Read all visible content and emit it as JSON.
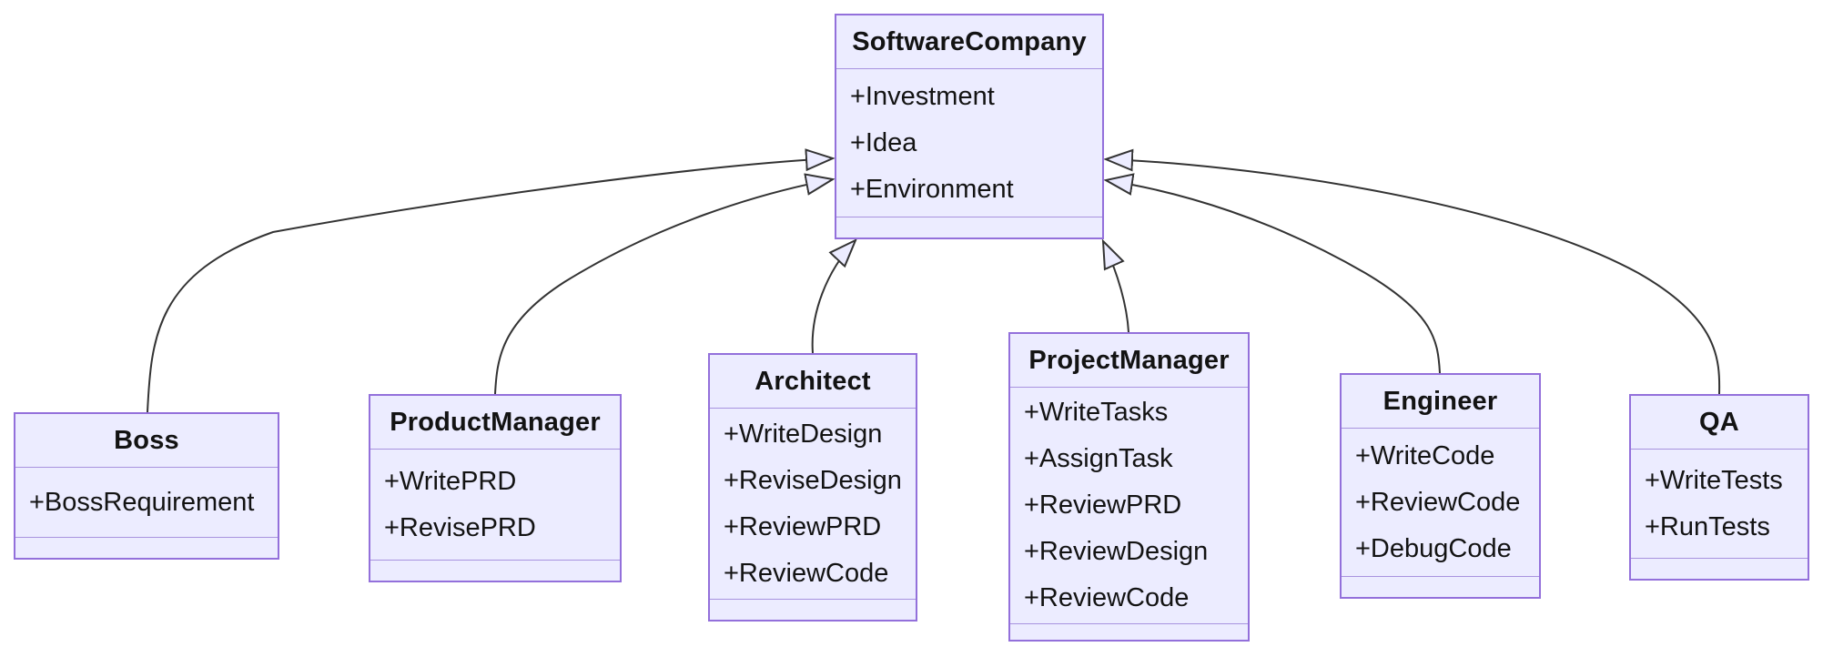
{
  "diagram": {
    "kind": "uml-class-diagram",
    "colors": {
      "box_fill": "#ECECFF",
      "box_border": "#9370DB",
      "compartment_divider": "#A893DF",
      "edge_line": "#333333",
      "text": "#131313",
      "background": "#FFFFFF"
    },
    "classes": [
      {
        "name": "SoftwareCompany",
        "attributes": [
          "+Investment",
          "+Idea",
          "+Environment"
        ]
      },
      {
        "name": "Boss",
        "attributes": [
          "+BossRequirement"
        ]
      },
      {
        "name": "ProductManager",
        "attributes": [
          "+WritePRD",
          "+RevisePRD"
        ]
      },
      {
        "name": "Architect",
        "attributes": [
          "+WriteDesign",
          "+ReviseDesign",
          "+ReviewPRD",
          "+ReviewCode"
        ]
      },
      {
        "name": "ProjectManager",
        "attributes": [
          "+WriteTasks",
          "+AssignTask",
          "+ReviewPRD",
          "+ReviewDesign",
          "+ReviewCode"
        ]
      },
      {
        "name": "Engineer",
        "attributes": [
          "+WriteCode",
          "+ReviewCode",
          "+DebugCode"
        ]
      },
      {
        "name": "QA",
        "attributes": [
          "+WriteTests",
          "+RunTests"
        ]
      }
    ],
    "relations": [
      {
        "from": "Boss",
        "to": "SoftwareCompany",
        "type": "inheritance"
      },
      {
        "from": "ProductManager",
        "to": "SoftwareCompany",
        "type": "inheritance"
      },
      {
        "from": "Architect",
        "to": "SoftwareCompany",
        "type": "inheritance"
      },
      {
        "from": "ProjectManager",
        "to": "SoftwareCompany",
        "type": "inheritance"
      },
      {
        "from": "Engineer",
        "to": "SoftwareCompany",
        "type": "inheritance"
      },
      {
        "from": "QA",
        "to": "SoftwareCompany",
        "type": "inheritance"
      }
    ]
  }
}
